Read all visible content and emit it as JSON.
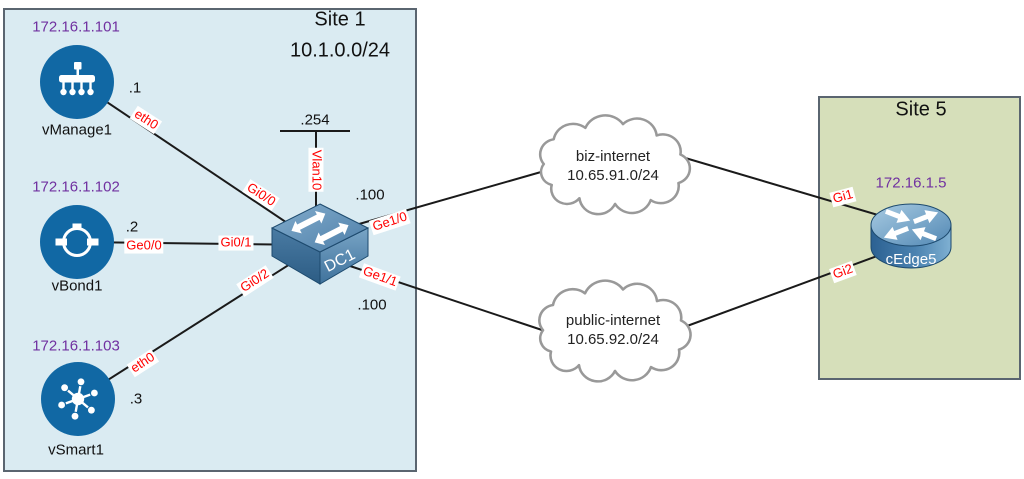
{
  "site1": {
    "title": "Site 1",
    "subnet": "10.1.0.0/24"
  },
  "site5": {
    "title": "Site 5"
  },
  "nodes": {
    "vmanage": {
      "ip": "172.16.1.101",
      "name": "vManage1",
      "octet": ".1",
      "iface": "eth0"
    },
    "vbond": {
      "ip": "172.16.1.102",
      "name": "vBond1",
      "octet": ".2",
      "iface": "Ge0/0"
    },
    "vsmart": {
      "ip": "172.16.1.103",
      "name": "vSmart1",
      "octet": ".3",
      "iface": "eth0"
    },
    "dc1": {
      "name": "DC1",
      "vlan_iface": "Vlan10",
      "vlan_octet": ".254",
      "if_gi00": "Gi0/0",
      "if_gi01": "Gi0/1",
      "if_gi02": "Gi0/2",
      "if_ge10": "Ge1/0",
      "if_ge11": "Ge1/1",
      "ge10_octet": ".100",
      "ge11_octet": ".100"
    },
    "cedge5": {
      "ip": "172.16.1.5",
      "name": "cEdge5",
      "if_gi1": "Gi1",
      "if_gi2": "Gi2"
    }
  },
  "clouds": {
    "biz": {
      "name": "biz-internet",
      "subnet": "10.65.91.0/24"
    },
    "public": {
      "name": "public-internet",
      "subnet": "10.65.92.0/24"
    }
  },
  "colors": {
    "site1_fill": "#daebf2",
    "site5_fill": "#d6dfba",
    "box_border": "#5a6570",
    "node_blue": "#1168a4",
    "interface_red": "#ff0000",
    "ip_purple": "#7030a0",
    "cloud_stroke": "#999999",
    "line_black": "#1a1a1a"
  }
}
